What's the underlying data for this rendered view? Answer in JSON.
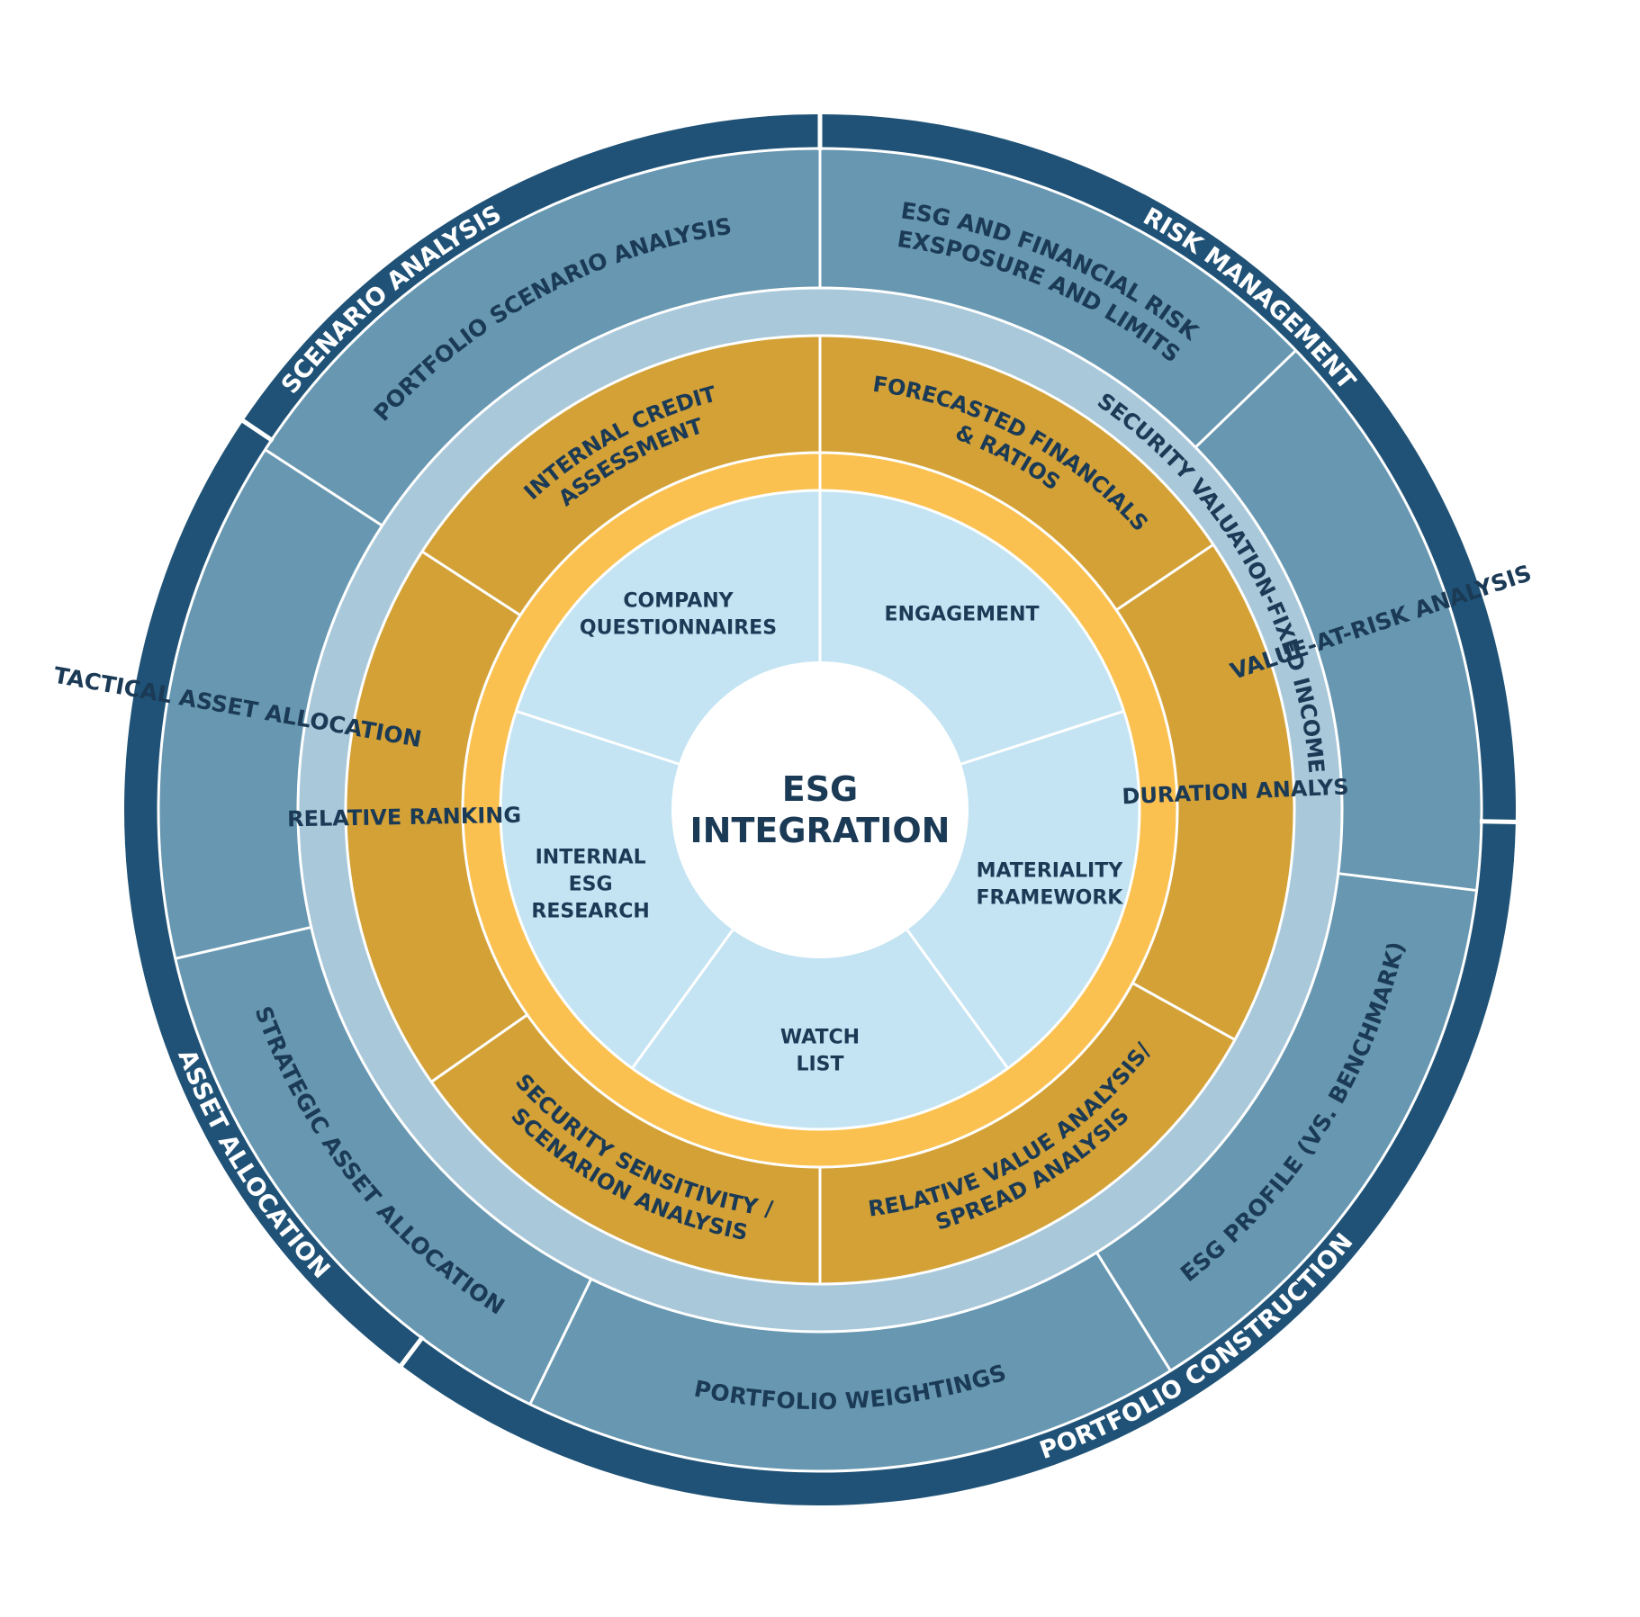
{
  "colors": {
    "outer_band": "#1f5276",
    "ring4": "#6797b1",
    "ring3": "#a9c8da",
    "ring2": "#d3a136",
    "ring1": "#fbc150",
    "core_segments": "#c4e4f3",
    "center": "#ffffff",
    "divider": "#ffffff",
    "text_dark": "#1b3a56",
    "text_light": "#ffffff"
  },
  "center": {
    "lines": [
      "ESG",
      "INTEGRATION"
    ]
  },
  "outer_band": [
    {
      "label": "RISK MANAGEMENT",
      "start": 0,
      "end": 91
    },
    {
      "label": "PORTFOLIO CONSTRUCTION",
      "start": 91,
      "end": 217
    },
    {
      "label": "ASSET ALLOCATION",
      "start": 217,
      "end": 304
    },
    {
      "label": "SCENARIO ANALYSIS",
      "start": 304,
      "end": 360
    }
  ],
  "ring4": [
    {
      "lines": [
        "ESG AND FINANCIAL RISK",
        "EXSPOSURE AND LIMITS"
      ],
      "start": 0,
      "end": 46
    },
    {
      "lines": [
        "VALUE-AT-RISK ANALYSIS"
      ],
      "start": 46,
      "end": 97
    },
    {
      "lines": [
        "ESG PROFILE (VS. BENCHMARK)"
      ],
      "start": 97,
      "end": 148
    },
    {
      "lines": [
        "PORTFOLIO WEIGHTINGS"
      ],
      "start": 148,
      "end": 206
    },
    {
      "lines": [
        "STRATEGIC ASSET ALLOCATION"
      ],
      "start": 206,
      "end": 257
    },
    {
      "lines": [
        "TACTICAL ASSET ALLOCATION"
      ],
      "start": 257,
      "end": 303
    },
    {
      "lines": [
        "PORTFOLIO SCENARIO ANALYSIS"
      ],
      "start": 303,
      "end": 360
    }
  ],
  "ring3": [
    {
      "label": "SECURITY VALUATION-FIXED INCOME",
      "start": 0,
      "end": 360
    }
  ],
  "ring2": [
    {
      "lines": [
        "FORECASTED FINANCIALS",
        "& RATIOS"
      ],
      "start": 0,
      "end": 56
    },
    {
      "lines": [
        "DURATION ANALYS"
      ],
      "start": 56,
      "end": 119
    },
    {
      "lines": [
        "RELATIVE VALUE ANALYSIS/",
        "SPREAD ANALYSIS"
      ],
      "start": 119,
      "end": 180
    },
    {
      "lines": [
        "SECURITY SENSITIVITY /",
        "SCENARION ANALYSIS"
      ],
      "start": 180,
      "end": 235
    },
    {
      "lines": [
        "RELATIVE RANKING"
      ],
      "start": 235,
      "end": 303
    },
    {
      "lines": [
        "INTERNAL CREDIT",
        "ASSESSMENT"
      ],
      "start": 303,
      "end": 360
    }
  ],
  "core": [
    {
      "lines": [
        "ENGAGEMENT"
      ],
      "start": 0,
      "end": 72
    },
    {
      "lines": [
        "MATERIALITY",
        "FRAMEWORK"
      ],
      "start": 72,
      "end": 144
    },
    {
      "lines": [
        "WATCH",
        "LIST"
      ],
      "start": 144,
      "end": 216
    },
    {
      "lines": [
        "INTERNAL",
        "ESG",
        "RESEARCH"
      ],
      "start": 216,
      "end": 288
    },
    {
      "lines": [
        "COMPANY",
        "QUESTIONNAIRES"
      ],
      "start": 288,
      "end": 360
    }
  ]
}
